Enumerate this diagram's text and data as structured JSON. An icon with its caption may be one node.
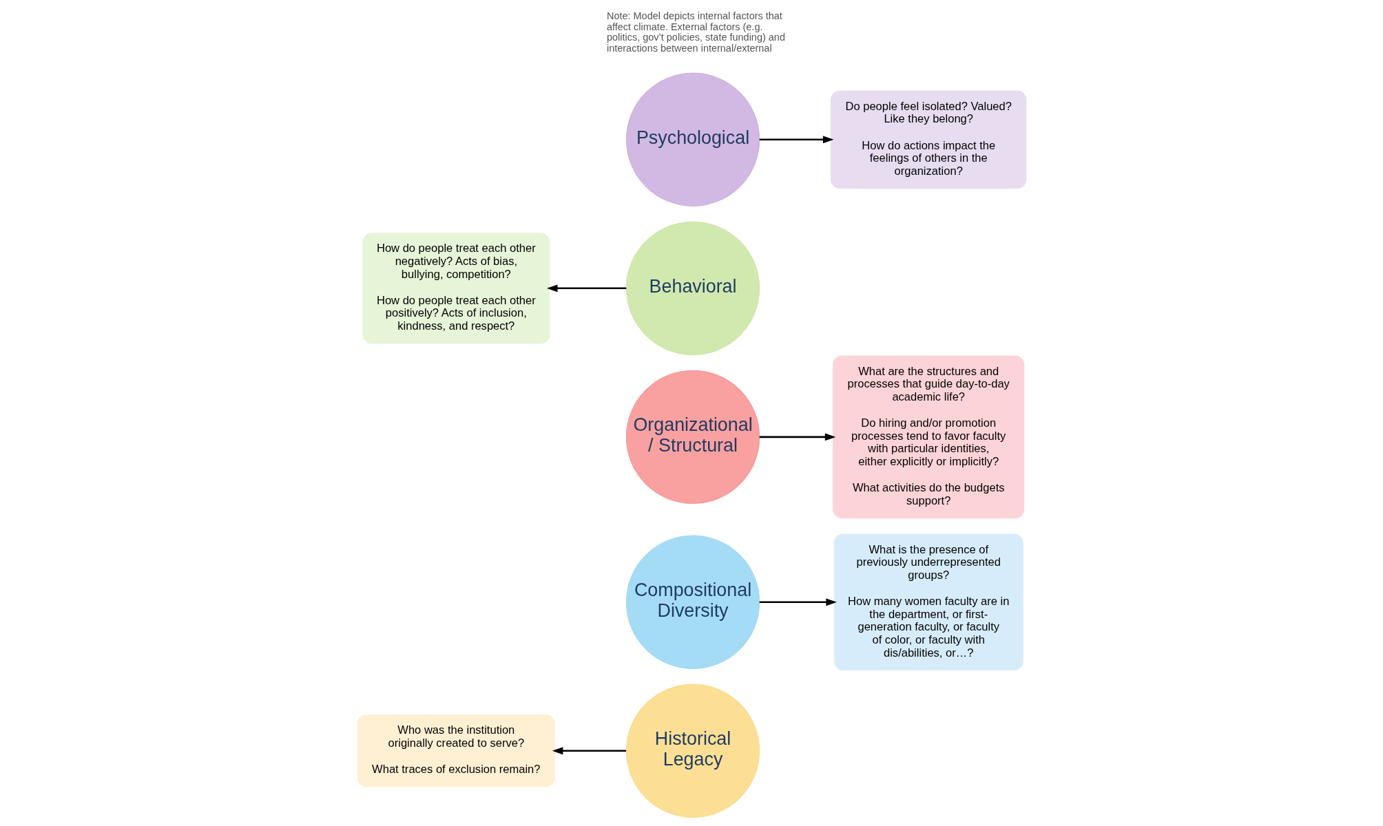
{
  "diagram": {
    "nodes": [
      {
        "text": [
          "Historical Legacy"
        ]
      },
      {
        "text": [
          "Compositional Diversity"
        ]
      },
      {
        "text": [
          "Organizational/ Structural"
        ]
      },
      {
        "text": [
          "Behavioral"
        ]
      },
      {
        "text": [
          "Psychological"
        ]
      },
      {
        "text": [
          "Who was the institution originally created to serve?",
          "What traces of exclusion remain?"
        ]
      },
      {
        "text": [
          "What is the presence of previously underrepresented groups?",
          "How many women faculty are in the department, or first-generation faculty, or faculty of color, or faculty with dis/abilities, or…?"
        ]
      },
      {
        "text": [
          "How do people treat each other negatively? Acts of bias, bullying, competition?",
          "How do people treat each other positively? Acts of inclusion, kindness, and respect?"
        ]
      },
      {
        "text": [
          "What are the structures and processes that guide day-to-day academic life?",
          "Do hiring and/or promotion processes tend to favor faculty with particular identities, either explicitly or implicitly?",
          "What activities do the budgets support?"
        ]
      },
      {
        "text": [
          "Do people feel isolated? Valued? Like they belong?",
          "How do actions impact the feelings of others in the organization?"
        ]
      }
    ],
    "edges": [
      {
        "from": 0,
        "to": 5,
        "arrow": "to"
      },
      {
        "from": 1,
        "to": 6,
        "arrow": "to"
      },
      {
        "from": 3,
        "to": 7,
        "arrow": "to"
      },
      {
        "from": 2,
        "to": 8,
        "arrow": "to"
      },
      {
        "from": 4,
        "to": 9,
        "arrow": "to"
      }
    ],
    "labels": [
      "Note: Model depicts internal factors that affect climate. External factors (e.g. politics, gov’t policies, state funding) and interactions between internal/external"
    ]
  }
}
